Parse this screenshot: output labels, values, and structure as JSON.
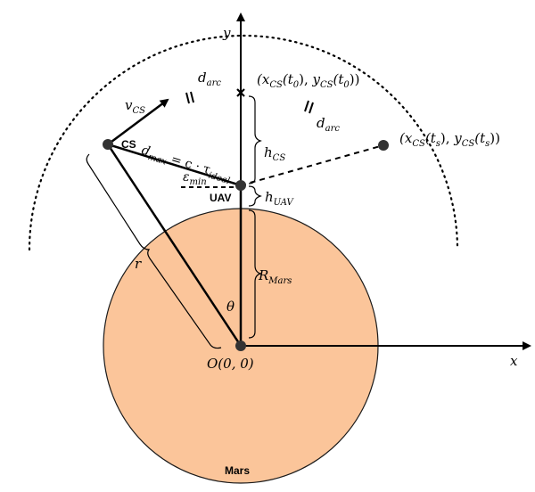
{
  "labels": {
    "y_axis": "y",
    "x_axis": "x",
    "origin_pre": "O(0, 0)",
    "cs_label": "CS",
    "uav_label": "UAV",
    "mars_label": "Mars",
    "theta": "θ",
    "r": "r",
    "v_cs_main": "v",
    "v_cs_sub": "CS",
    "d_arc_main": "d",
    "d_arc_sub": "arc",
    "h_cs_main": "h",
    "h_cs_sub": "CS",
    "h_uav_main": "h",
    "h_uav_sub": "UAV",
    "r_mars_main": "R",
    "r_mars_sub": "Mars",
    "eps_main": "ε",
    "eps_sub": "min",
    "dmax_a": "d",
    "dmax_a_sub": "max",
    "dmax_b": " = c · τ",
    "dmax_b_sub": "ideal",
    "point_t0": "(x_CS(t_0), y_CS(t_0))",
    "point_ts": "(x_CS(t_s), y_CS(t_s))"
  },
  "colors": {
    "mars_fill": "#fbc59a",
    "mars_stroke": "#1a1a1a",
    "line": "#000000",
    "node": "#333333"
  }
}
